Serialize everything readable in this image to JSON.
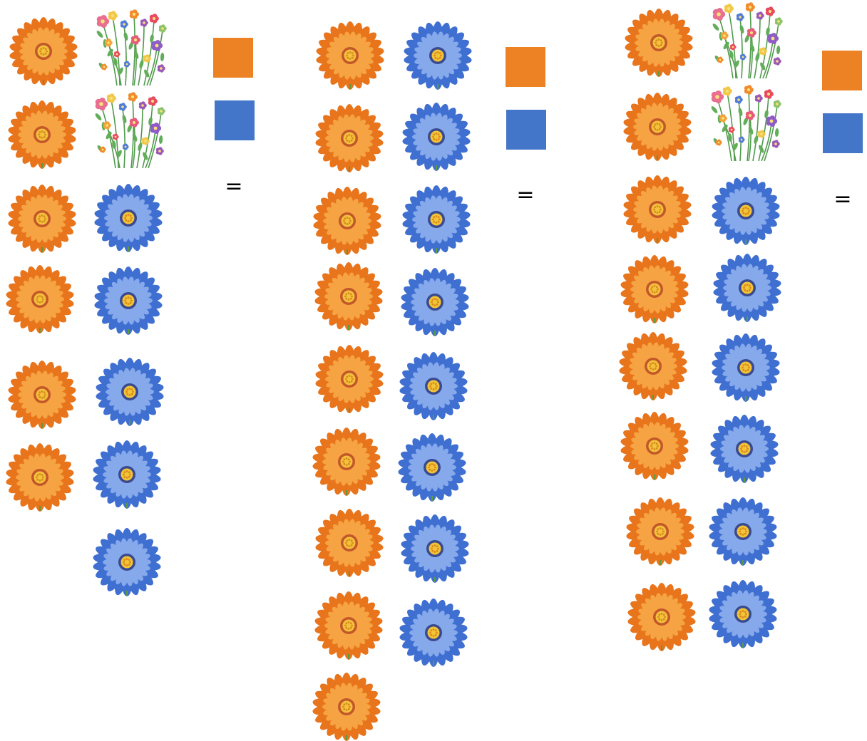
{
  "colors": {
    "orange": "#ec8224",
    "blue": "#4375c8",
    "background": "#ffffff"
  },
  "icons": {
    "orange_flower": "orange-gerbera-flower-icon",
    "blue_flower": "blue-daisy-flower-icon",
    "wildflowers": "wildflower-bouquet-icon"
  },
  "panels": [
    {
      "orange_column": [
        "orange",
        "orange",
        "orange",
        "orange",
        "orange",
        "orange"
      ],
      "second_column": [
        "bouquet",
        "bouquet",
        "blue",
        "blue",
        "blue",
        "blue",
        "blue"
      ],
      "swatches": [
        "orange",
        "blue"
      ],
      "equals_sign": "="
    },
    {
      "orange_column": [
        "orange",
        "orange",
        "orange",
        "orange",
        "orange",
        "orange",
        "orange",
        "orange",
        "orange"
      ],
      "second_column": [
        "blue",
        "blue",
        "blue",
        "blue",
        "blue",
        "blue",
        "blue",
        "blue"
      ],
      "swatches": [
        "orange",
        "blue"
      ],
      "equals_sign": "="
    },
    {
      "orange_column": [
        "orange",
        "orange",
        "orange",
        "orange",
        "orange",
        "orange",
        "orange",
        "orange"
      ],
      "second_column": [
        "bouquet",
        "bouquet",
        "blue",
        "blue",
        "blue",
        "blue",
        "blue",
        "blue"
      ],
      "swatches": [
        "orange",
        "blue"
      ],
      "equals_sign": "="
    }
  ]
}
